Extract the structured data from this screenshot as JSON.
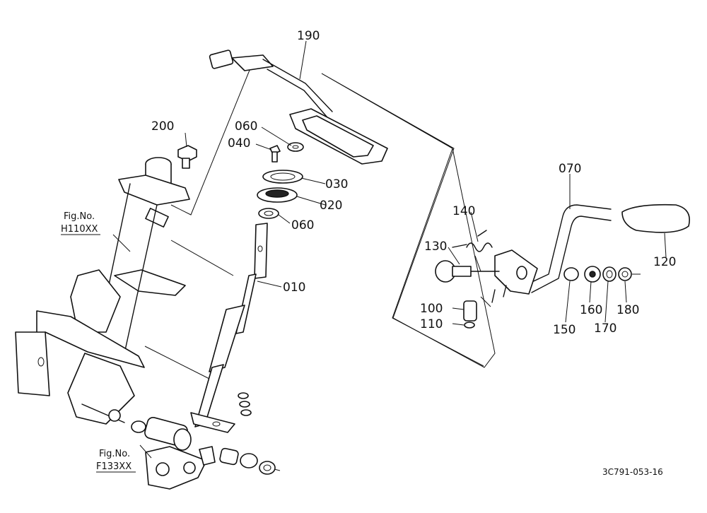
{
  "part_labels": {
    "p190": "190",
    "p200": "200",
    "p060a": "060",
    "p040": "040",
    "p030": "030",
    "p020": "020",
    "p060b": "060",
    "p010": "010",
    "p070": "070",
    "p140": "140",
    "p130": "130",
    "p120": "120",
    "p100": "100",
    "p110": "110",
    "p150": "150",
    "p160": "160",
    "p170": "170",
    "p180": "180"
  },
  "figure_refs": {
    "h110_prefix": "Fig.No.",
    "h110_code": "H110XX",
    "f133_prefix": "Fig.No.",
    "f133_code": "F133XX"
  },
  "drawing_code": "3C791-053-16"
}
